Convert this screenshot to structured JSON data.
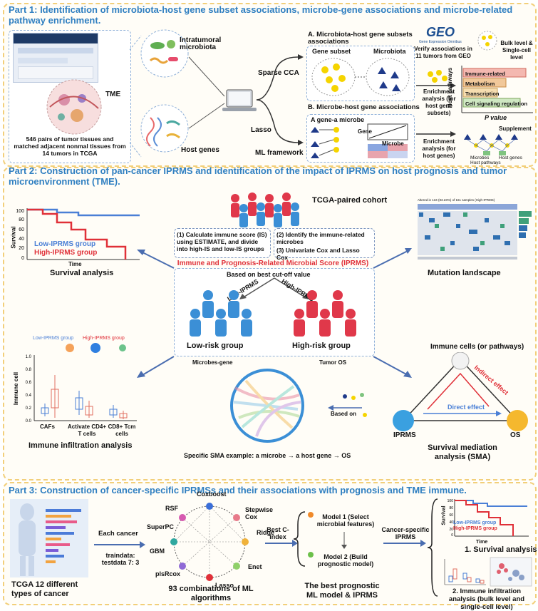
{
  "part1": {
    "title": "Part 1: Identification of microbiota-host gene subset associations, microbe-gene associations and microbe-related pathway enrichment.",
    "tme": "TME",
    "intratumoral": "Intratumoral\nmicrobiota",
    "host_genes": "Host genes",
    "pairs": "546 pairs of tumor tissues and matched adjacent nonmal tissues from 14 tumors in TCGA",
    "sparse_cca": "Sparse CCA",
    "lasso": "Lasso",
    "ml_framework": "ML framework",
    "a_title": "A. Microbiota-host gene subsets associations",
    "gene_subset": "Gene subset",
    "microbiota": "Microbiota",
    "b_title": "B. Microbe-host gene associations",
    "gene_a_microbe": "A gene-a microbe",
    "gene_axis": "Gene",
    "microbe_axis": "Microbe",
    "enrich_a": "Enrichment analysis (for host gene subsets)",
    "enrich_b": "Enrichment analysis (for host genes)",
    "geo": "GEO",
    "geo_sub": "Gene Expression Omnibus",
    "verify": "Verify associations in 11 tumors from GEO",
    "bulk": "Bulk level & Single-cell level",
    "host_pathways_axis": "Host pathways",
    "p_value": "P value",
    "supplement": "Supplement",
    "pathways": [
      "Immune-related",
      "Metabolism",
      "Transcription",
      "Cell signaling regulation"
    ],
    "legend": [
      "Microbes",
      "Host genes",
      "Host pathways"
    ]
  },
  "part2": {
    "title": "Part 2: Construction of pan-cancer IPRMS and identification of the impact of IPRMS on host prognosis and tumor microenvironment (TME).",
    "cohort": "TCGA-paired cohort",
    "step1": "(1) Calculate immune score (IS) using ESTIMATE, and divide into high-IS and low-IS groups",
    "step2": "(2) Identify the immune-related microbes",
    "step3": "(3) Univariate Cox and Lasso Cox",
    "iprms": "Immune and Prognosis-Related Microbial Score (IPRMS)",
    "cutoff": "Based on best cut-off value",
    "low_iprms": "Low-IPRMS",
    "high_iprms": "High-IPRMS",
    "low_risk": "Low-risk group",
    "high_risk": "High-risk group",
    "survival_axis": "Survival",
    "time_axis": "Time",
    "low_group": "Low-IPRMS group",
    "high_group": "High-IPRMS group",
    "survival_analysis": "Survival analysis",
    "mutation_title": "Altered in 134 (83.23%) of 161 samples (High-IPRMS)",
    "mutation": "Mutation landscape",
    "immune_cell_axis": "Immune cell",
    "box_categories": [
      "CAFs",
      "Activate CD4+ T cells",
      "CD8+ Tcm cells"
    ],
    "infiltration": "Immune infiltration analysis",
    "microbes_gene": "Microbes-gene",
    "tumor_os": "Tumor OS",
    "based_on": "Based on",
    "sma_example": "Specific SMA example:  a microbe → a host gene → OS",
    "immune_cells": "Immune cells (or pathways)",
    "indirect": "Indirect effect",
    "direct": "Direct effect",
    "iprms_node": "IPRMS",
    "os_node": "OS",
    "sma": "Survival mediation analysis (SMA)"
  },
  "part3": {
    "title": "Part 3: Construction of cancer-specific IPRMSs and their associations with prognosis and TME immune.",
    "tcga12": "TCGA 12 different types of cancer",
    "each_cancer": "Each cancer",
    "split": "traindata: testdata 7: 3",
    "algorithms": [
      "Coxboost",
      "Stepwise Cox",
      "Ridge",
      "Enet",
      "Lasso",
      "plsRcox",
      "GBM",
      "SuperPC",
      "RSF"
    ],
    "combos": "93 combinations of ML algorithms",
    "best": "Best C-index",
    "model1": "Model 1 (Select microbial features)",
    "model2": "Model 2 (Build prognostic model)",
    "best_model": "The best prognostic ML model & IPRMS",
    "cancer_specific": "Cancer-specific IPRMS",
    "surv3": "1. Survival analysis",
    "infil3": "2. Immune infiltration analysis (bulk level and single-cell level)",
    "survival_axis": "Survival",
    "time_axis": "Time",
    "low_group": "Low-IPRMS group",
    "high_group": "High-IPRMS group"
  },
  "colors": {
    "title": "#2f7fc1",
    "low": "#4a7fd6",
    "high": "#e03038",
    "person_blue": "#3b8fd6",
    "person_red": "#e0384a",
    "panel_border": "#f2cf7a"
  }
}
